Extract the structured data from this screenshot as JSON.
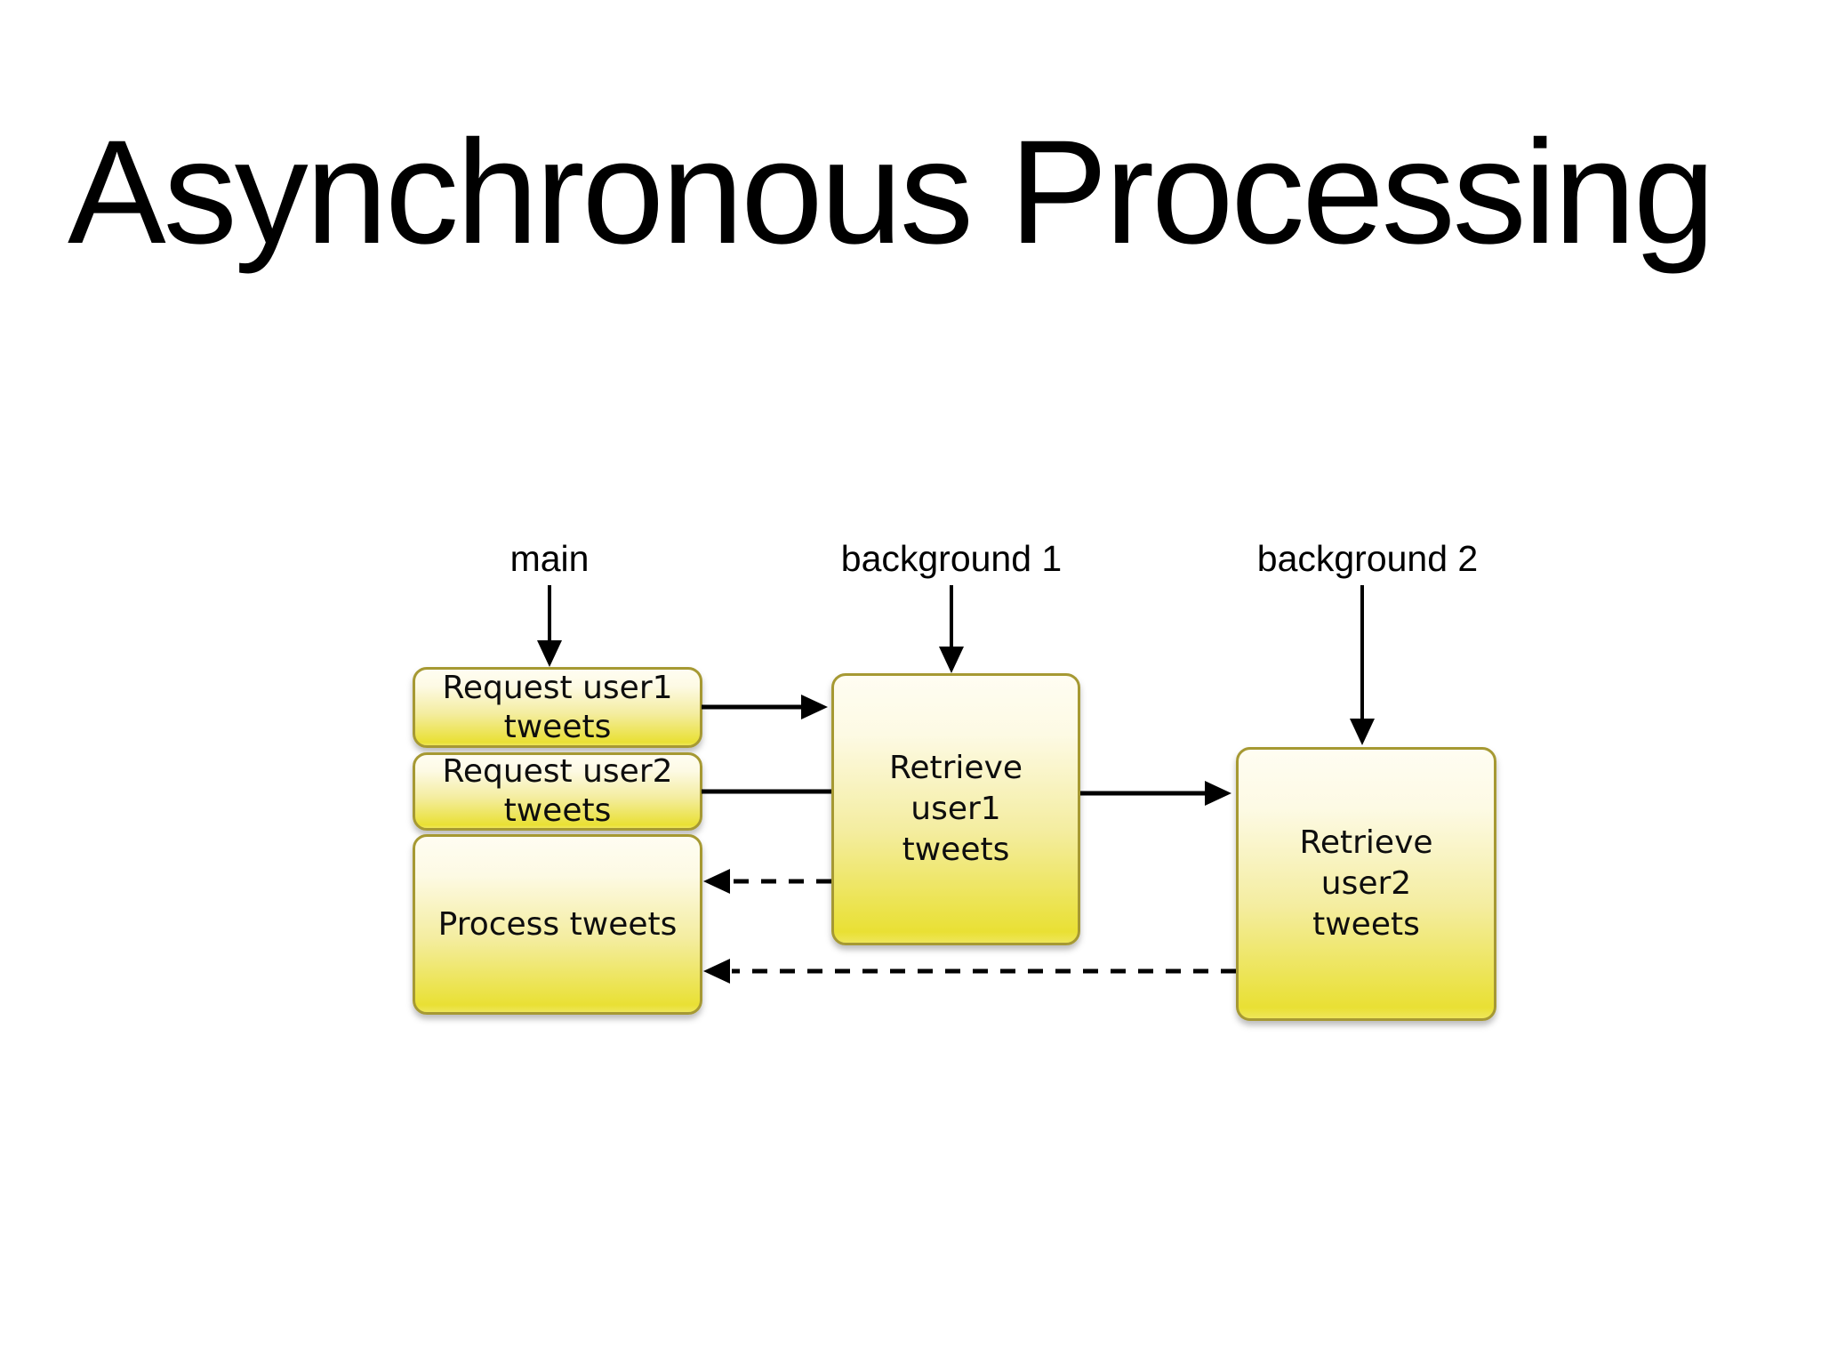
{
  "slide": {
    "title": "Asynchronous Processing",
    "background_color": "#ffffff"
  },
  "diagram": {
    "colors": {
      "node_border": "#a69933",
      "node_fill_top": "#fffdf2",
      "node_fill_bottom": "#e9e034",
      "arrow": "#000000",
      "text": "#0e0e0e"
    },
    "lanes": [
      {
        "label": "main"
      },
      {
        "label": "background 1"
      },
      {
        "label": "background 2"
      }
    ],
    "nodes": {
      "request1": {
        "lines": [
          "Request user1",
          "tweets"
        ]
      },
      "request2": {
        "lines": [
          "Request user2",
          "tweets"
        ]
      },
      "process": {
        "lines": [
          "Process tweets"
        ]
      },
      "retrieve1": {
        "lines": [
          "Retrieve",
          "user1",
          "tweets"
        ]
      },
      "retrieve2": {
        "lines": [
          "Retrieve",
          "user2",
          "tweets"
        ]
      }
    },
    "edges": [
      {
        "from": "main",
        "to": "Request user1 tweets",
        "style": "solid"
      },
      {
        "from": "background 1",
        "to": "Retrieve user1 tweets",
        "style": "solid"
      },
      {
        "from": "background 2",
        "to": "Retrieve user2 tweets",
        "style": "solid"
      },
      {
        "from": "Request user1 tweets",
        "to": "Retrieve user1 tweets",
        "style": "solid"
      },
      {
        "from": "Request user2 tweets",
        "to": "Retrieve user2 tweets",
        "style": "solid"
      },
      {
        "from": "Retrieve user1 tweets",
        "to": "Process tweets",
        "style": "dashed"
      },
      {
        "from": "Retrieve user2 tweets",
        "to": "Process tweets",
        "style": "dashed"
      }
    ]
  }
}
